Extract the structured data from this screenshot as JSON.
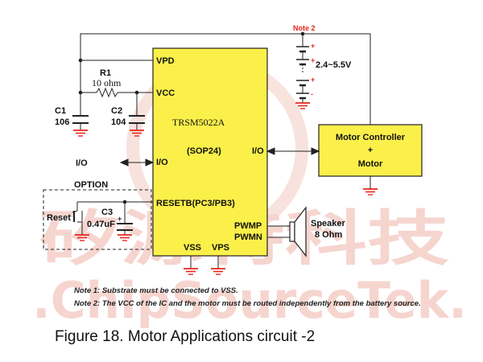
{
  "watermark": {
    "cjk": "矽源特科技",
    "latin": ".ChipSourceTek.",
    "color": "#f3c8bf"
  },
  "ic": {
    "name": "TRSM5022A",
    "package": "(SOP24)",
    "fill": "#fbf04a",
    "pins": {
      "vpd": "VPD",
      "vcc": "VCC",
      "io_left": "I/O",
      "io_right": "I/O",
      "resetb": "RESETB(PC3/PB3)",
      "pwmp": "PWMP",
      "pwmn": "PWMN",
      "vss": "VSS",
      "vps": "VPS"
    }
  },
  "components": {
    "r1_name": "R1",
    "r1_value": "10 ohm",
    "c1_name": "C1",
    "c1_value": "106",
    "c2_name": "C2",
    "c2_value": "104",
    "c3_name": "C3",
    "c3_value": "0.47uF",
    "reset_label": "Reset",
    "option_label": "OPTION",
    "io_left_ext": "I/O",
    "battery_voltage": "2.4~5.5V",
    "note2_tag": "Note 2",
    "speaker_label_1": "Speaker",
    "speaker_label_2": "8 Ohm",
    "motor_line_1": "Motor Controller",
    "motor_line_2": "+",
    "motor_line_3": "Motor",
    "plus_sign": "+",
    "minus_sign": "-"
  },
  "notes": {
    "note1": "Note 1: Substrate must be connected to VSS.",
    "note2": "Note 2: The VCC of the IC and the motor must be routed independently from the battery source."
  },
  "caption": "Figure 18. Motor Applications circuit -2",
  "colors": {
    "wire": "#222222",
    "ground": "#e8241c",
    "note_tag": "#e8241c"
  }
}
